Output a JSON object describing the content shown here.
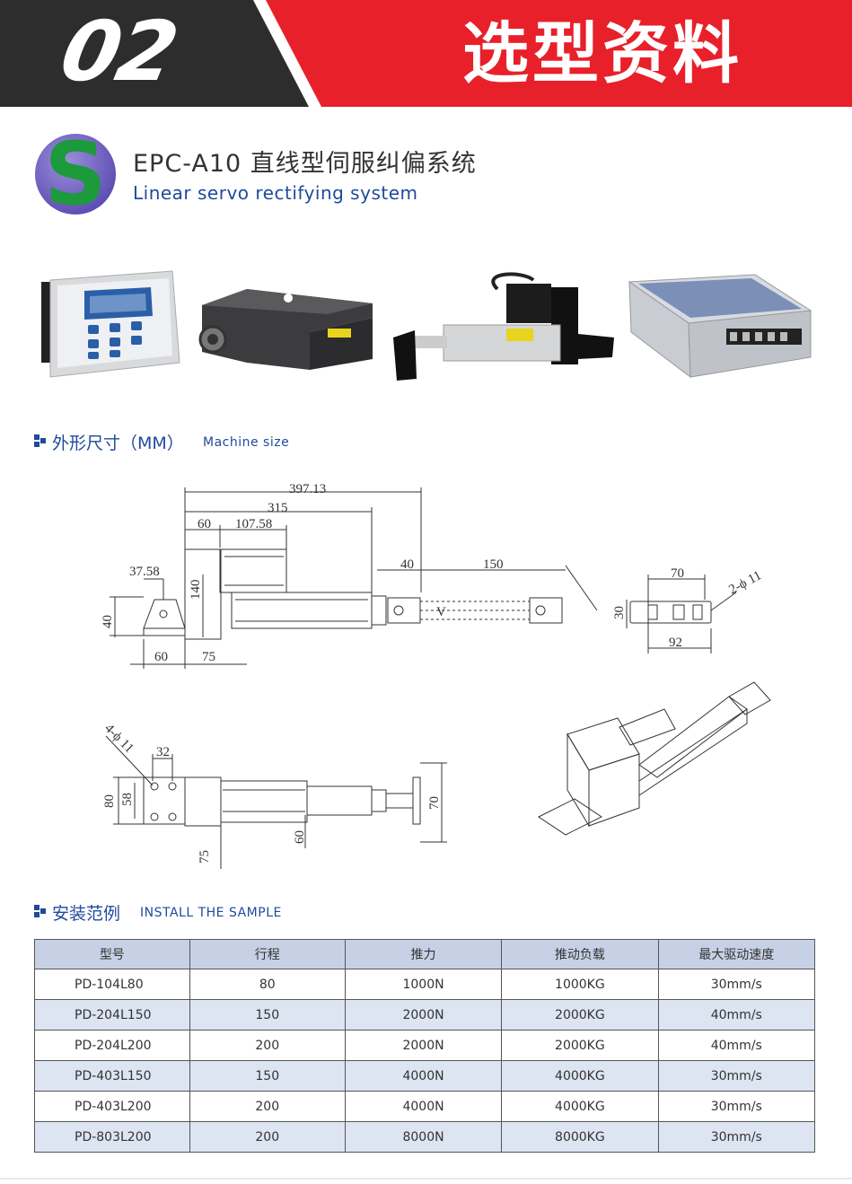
{
  "header": {
    "number": "02",
    "title": "选型资料",
    "colors": {
      "dark": "#2d2d2d",
      "red": "#e8202a"
    }
  },
  "product": {
    "logo_letter": "S",
    "name_cn": "EPC-A10 直线型伺服纠偏系统",
    "name_en": "Linear servo rectifying system"
  },
  "images": [
    {
      "icon": "controller-image"
    },
    {
      "icon": "sensor-image"
    },
    {
      "icon": "actuator-image"
    },
    {
      "icon": "power-supply-image"
    }
  ],
  "section_size": {
    "cn": "外形尺寸（MM）",
    "en": "Machine size"
  },
  "dimensions": {
    "d397": "397.13",
    "d315": "315",
    "d60a": "60",
    "d107": "107.58",
    "d37": "37.58",
    "d140": "140",
    "d40a": "40",
    "d60b": "60",
    "d75a": "75",
    "d40b": "40",
    "d150": "150",
    "dV": "V",
    "d70a": "70",
    "d2phi": "2-ϕ 11",
    "d30": "30",
    "d92": "92",
    "d4phi": "4-ϕ 11",
    "d32": "32",
    "d80": "80",
    "d58": "58",
    "d75b": "75",
    "d60c": "60",
    "d70b": "70"
  },
  "section_install": {
    "cn": "安装范例",
    "en": "INSTALL THE SAMPLE"
  },
  "table": {
    "headers": [
      "型号",
      "行程",
      "推力",
      "推动负载",
      "最大驱动速度"
    ],
    "rows": [
      [
        "PD-104L80",
        "80",
        "1000N",
        "1000KG",
        "30mm/s"
      ],
      [
        "PD-204L150",
        "150",
        "2000N",
        "2000KG",
        "40mm/s"
      ],
      [
        "PD-204L200",
        "200",
        "2000N",
        "2000KG",
        "40mm/s"
      ],
      [
        "PD-403L150",
        "150",
        "4000N",
        "4000KG",
        "30mm/s"
      ],
      [
        "PD-403L200",
        "200",
        "4000N",
        "4000KG",
        "30mm/s"
      ],
      [
        "PD-803L200",
        "200",
        "8000N",
        "8000KG",
        "30mm/s"
      ]
    ]
  }
}
